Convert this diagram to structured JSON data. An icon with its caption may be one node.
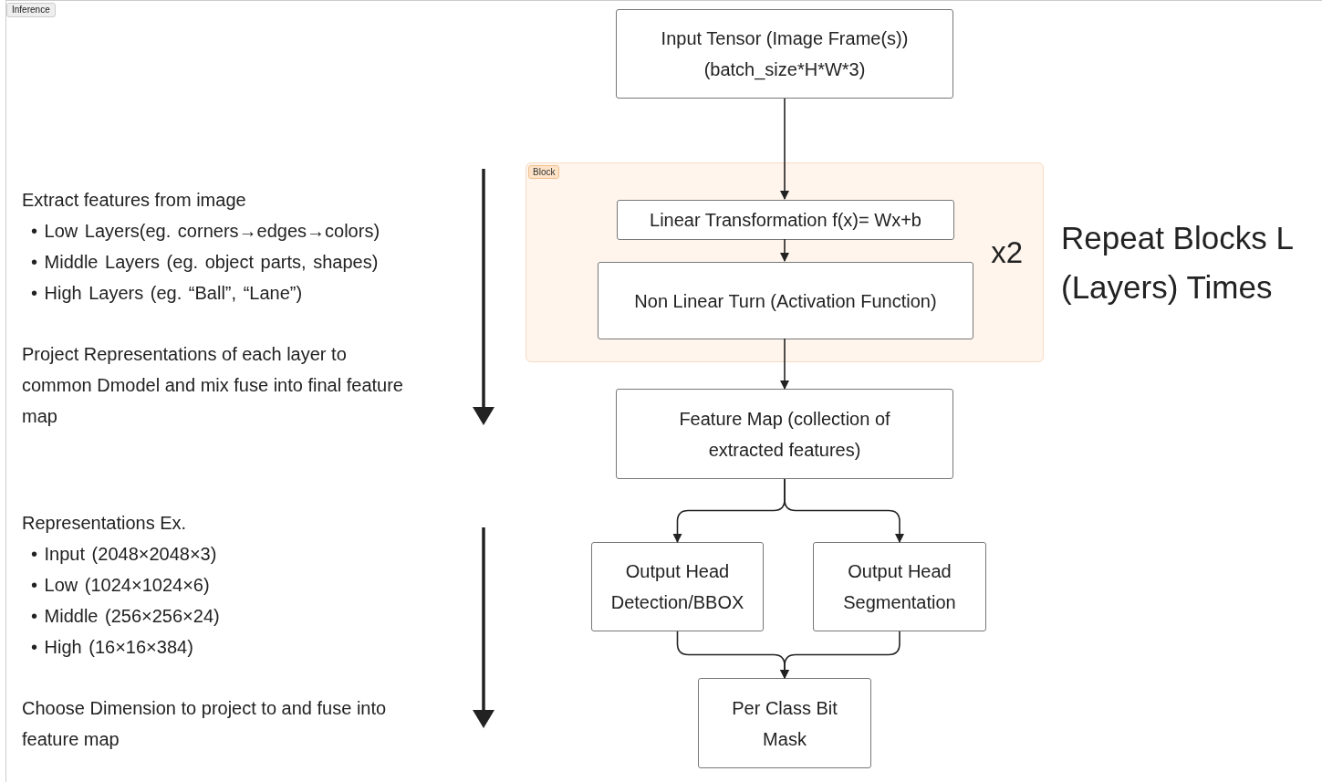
{
  "diagram": {
    "nodes": [
      {
        "text": [
          "Input Tensor (Image Frame(s)) (batch_size*H*W*3)"
        ]
      },
      {
        "text": [
          "Block",
          "x2"
        ]
      },
      {
        "text": [
          "Linear Transformation f(x)= Wx+b"
        ],
        "in": 1
      },
      {
        "text": [
          "Non Linear Turn (Activation Function)"
        ],
        "in": 1
      },
      {
        "text": [
          "Feature Map (collection of extracted features)"
        ]
      },
      {
        "text": [
          "Output Head Detection/BBOX"
        ]
      },
      {
        "text": [
          "Output Head Segmentation"
        ]
      },
      {
        "text": [
          "Per Class Bit Mask"
        ]
      }
    ],
    "edges": [
      {
        "from": 0,
        "to": 2,
        "arrow": "to"
      },
      {
        "from": 2,
        "to": 3,
        "arrow": "to"
      },
      {
        "from": 3,
        "to": 4,
        "arrow": "to"
      },
      {
        "from": 4,
        "to": 5,
        "arrow": "to"
      },
      {
        "from": 4,
        "to": 6,
        "arrow": "to"
      },
      {
        "from": 5,
        "to": 7,
        "arrow": "to"
      },
      {
        "from": 6,
        "to": 7,
        "arrow": "to"
      }
    ],
    "labels": [
      "Inference",
      "Extract features from image",
      "• Low Layers(eg. corners→edges→colors)",
      "• Middle Layers (eg. object parts, shapes)",
      "• High Layers (eg. “Ball”, “Lane”)",
      "Project Representations of each layer to common Dmodel and mix fuse into final feature map",
      "Representations Ex.",
      "• Input (2048×2048×3)",
      "• Low (1024×1024×6)",
      "• Middle (256×256×24)",
      "• High (16×16×384)",
      "Choose Dimension to project to and fuse into feature map",
      "Repeat Blocks L (Layers) Times"
    ]
  }
}
